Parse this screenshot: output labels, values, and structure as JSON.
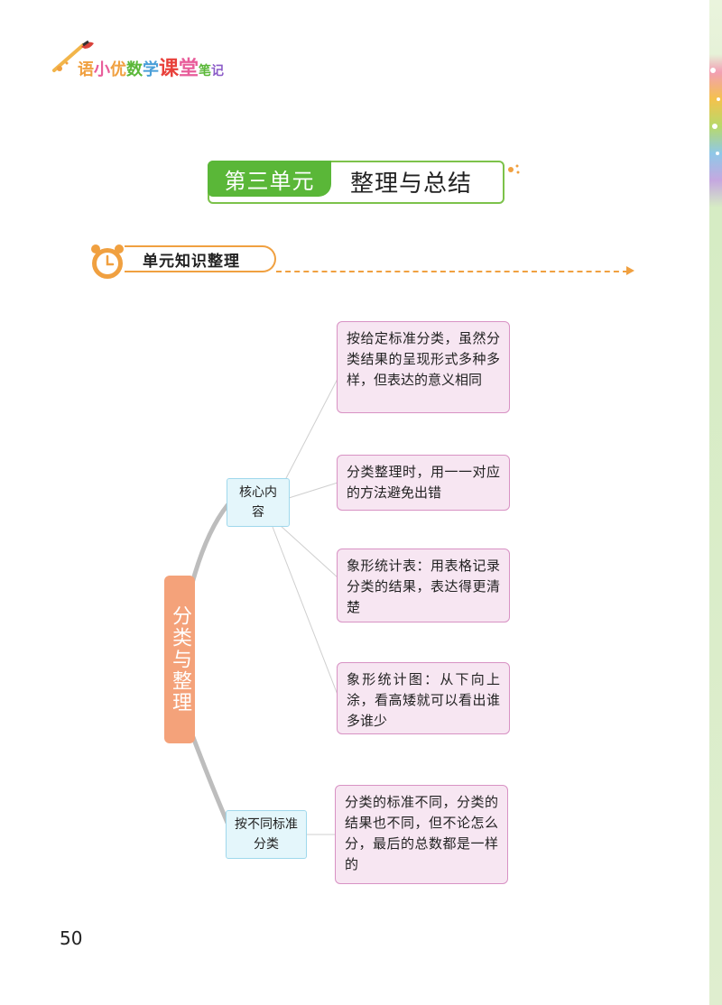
{
  "header": {
    "logo_text": [
      "语",
      "小",
      "优",
      "数",
      "学",
      "课",
      "堂",
      "笔",
      "记"
    ]
  },
  "unit": {
    "badge": "第三单元",
    "title": "整理与总结"
  },
  "section": {
    "label": "单元知识整理"
  },
  "mindmap": {
    "root": "分类与整理",
    "branches": [
      {
        "label": "核心内容",
        "leaves": [
          "按给定标准分类，虽然分类结果的呈现形式多种多样，但表达的意义相同",
          "分类整理时，用一一对应的方法避免出错",
          "象形统计表：用表格记录分类的结果，表达得更清楚",
          "象形统计图：从下向上涂，看高矮就可以看出谁多谁少"
        ]
      },
      {
        "label": "按不同标准分类",
        "leaves": [
          "分类的标准不同，分类的结果也不同，但不论怎么分，最后的总数都是一样的"
        ]
      }
    ]
  },
  "footer": {
    "page_number": "50"
  },
  "colors": {
    "unit_green": "#5ab738",
    "section_orange": "#f0a040",
    "root_fill": "#f4a27a",
    "branch_fill": "#e4f6fb",
    "leaf_fill": "#f7e6f2",
    "leaf_border": "#d892c4"
  }
}
